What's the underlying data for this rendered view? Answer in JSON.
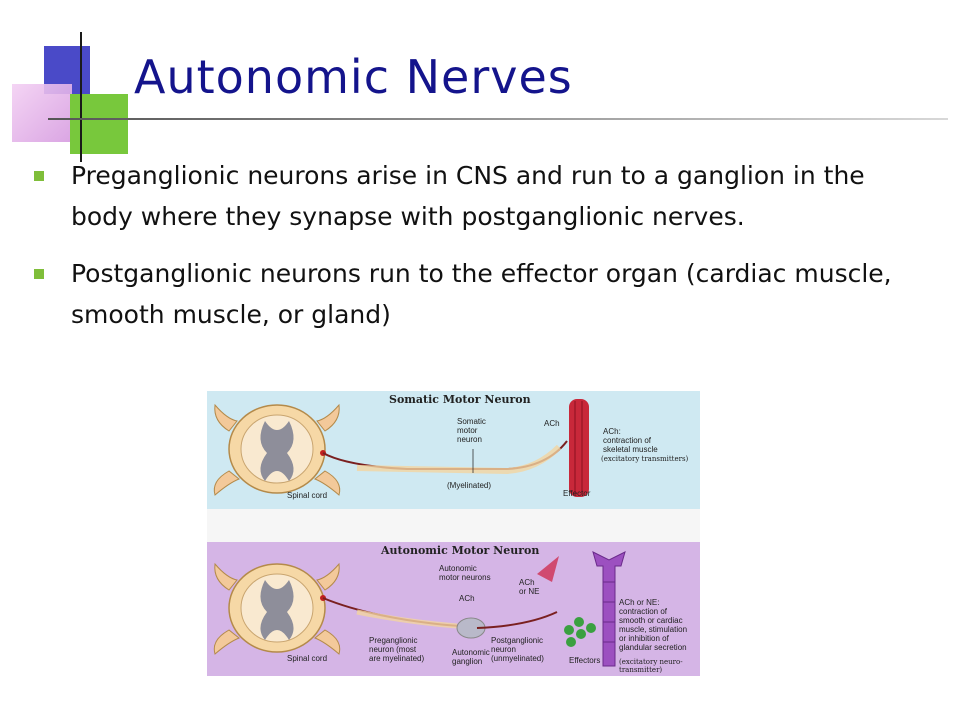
{
  "slide": {
    "title": "Autonomic Nerves",
    "bullets": [
      "Preganglionic neurons arise in CNS and run to a ganglion in the body where they synapse with postganglionic nerves.",
      "Postganglionic neurons run to the effector organ (cardiac muscle, smooth muscle, or gland)"
    ]
  },
  "figure": {
    "somatic": {
      "title": "Somatic Motor Neuron",
      "neuron_label": "Somatic\nmotor\nneuron",
      "ach": "ACh",
      "effect": "ACh:\ncontraction of\nskeletal muscle",
      "transmitter": "(excitatory transmitters)",
      "myelinated": "(Myelinated)",
      "spinal_cord": "Spinal cord",
      "effector": "Effector"
    },
    "autonomic": {
      "title": "Autonomic Motor Neuron",
      "motor_neurons": "Autonomic\nmotor neurons",
      "ach_mid": "ACh",
      "ach_ne": "ACh\nor NE",
      "effect": "ACh or NE:\ncontraction of\nsmooth or cardiac\nmuscle, stimulation\nor inhibition of\nglandular secretion",
      "transmitter": "(excitatory neuro-\ntransmitter)",
      "preganglionic": "Preganglionic\nneuron (most\nare myelinated)",
      "postganglionic": "Postganglionic\nneuron\n(unmyelinated)",
      "ganglion": "Autonomic\nganglion",
      "spinal_cord": "Spinal cord",
      "effectors": "Effectors"
    }
  },
  "colors": {
    "title": "#14148c",
    "bullet_marker": "#7fbe3a",
    "somatic_bg": "#cfe9f2",
    "autonomic_bg": "#d5b5e6"
  }
}
